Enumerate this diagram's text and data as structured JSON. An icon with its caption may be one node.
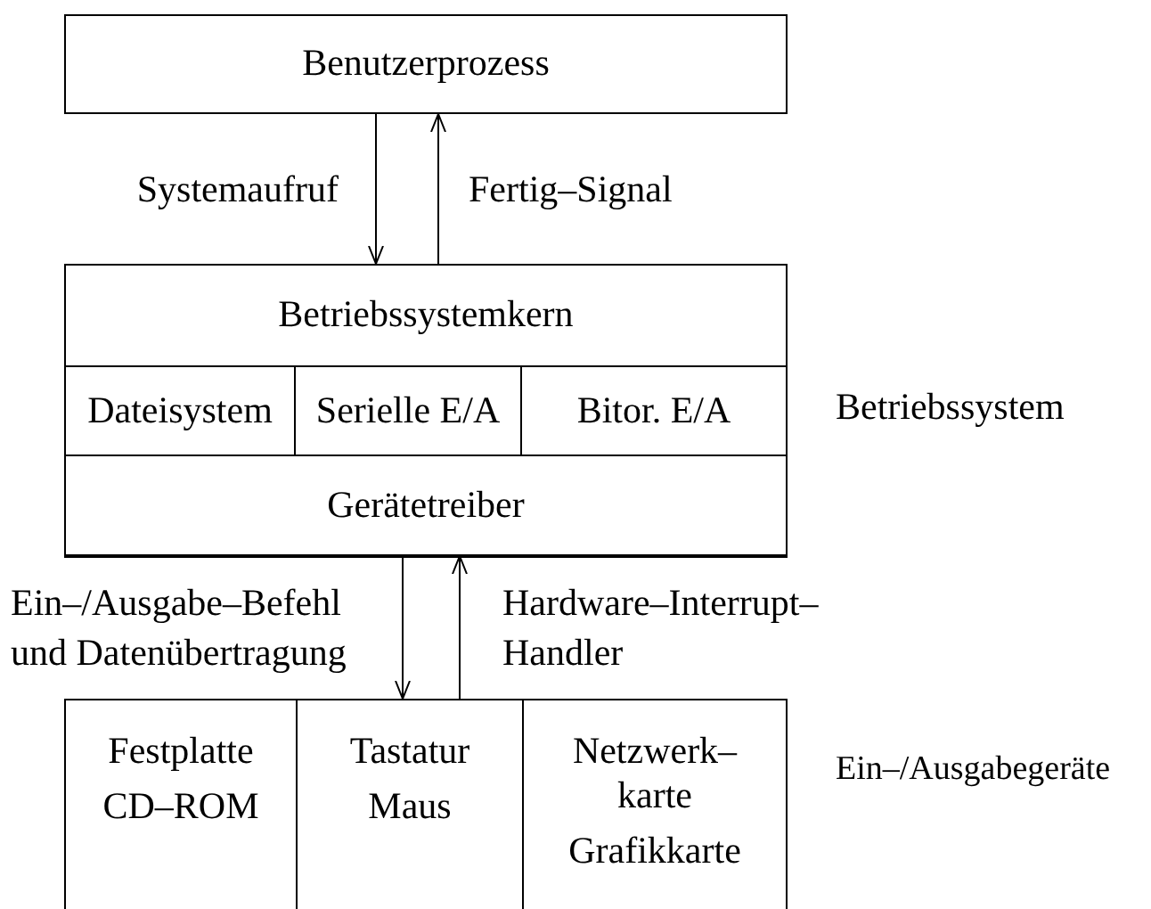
{
  "diagram": {
    "nodes": [
      {
        "text": [
          "Benutzerprozess"
        ]
      },
      {
        "text": [],
        "shape": "box",
        "beside": [
          "Betriebssystem"
        ]
      },
      {
        "text": [
          "Betriebssystemkern"
        ],
        "in": 1
      },
      {
        "text": [
          "Dateisystem"
        ],
        "in": 1
      },
      {
        "text": [
          "Serielle E/A"
        ],
        "in": 1
      },
      {
        "text": [
          "Bitor. E/A"
        ],
        "in": 1
      },
      {
        "text": [
          "Gerätetreiber"
        ],
        "in": 1
      },
      {
        "text": [],
        "shape": "box",
        "beside": [
          "Ein–/Ausgabegeräte"
        ]
      },
      {
        "text": [
          "Festplatte",
          "CD–ROM"
        ],
        "in": 7
      },
      {
        "text": [
          "Tastatur",
          "Maus"
        ],
        "in": 7
      },
      {
        "text": [
          "Netzwerk– karte",
          "Grafikkarte"
        ],
        "in": 7
      }
    ],
    "edges": [
      {
        "from": 0,
        "to": 1,
        "arrow": "to",
        "label": "Systemaufruf"
      },
      {
        "from": 1,
        "to": 0,
        "arrow": "to",
        "label": "Fertig–Signal"
      },
      {
        "from": 6,
        "to": 7,
        "arrow": "to",
        "label": "Ein–/Ausgabe–Befehl und Datenübertragung"
      },
      {
        "from": 7,
        "to": 6,
        "arrow": "to",
        "label": "Hardware–Interrupt– Handler"
      }
    ]
  }
}
